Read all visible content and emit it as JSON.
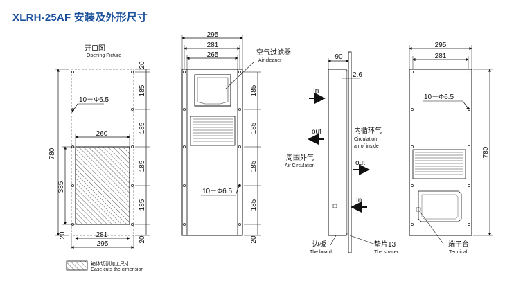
{
  "title": "XLRH-25AF 安装及外形尺寸",
  "view1": {
    "label_cn": "开口图",
    "label_en": "Opening Picture",
    "dim_height": "780",
    "dim_cut_height": "385",
    "dim_cut_top_width": "260",
    "dim_bottom_inner": "281",
    "dim_bottom_outer": "295",
    "dim_bottom_gap": "20",
    "right_dims": [
      "20",
      "185",
      "185",
      "185",
      "185",
      "20"
    ],
    "holes_label": "10－Φ6.5"
  },
  "view2": {
    "top_dims": [
      "295",
      "281",
      "265"
    ],
    "air_cleaner_cn": "空气过滤器",
    "air_cleaner_en": "Air cleaner",
    "right_dims": [
      "185",
      "185",
      "185",
      "185",
      "20"
    ],
    "holes_label": "10－Φ6.5"
  },
  "view3": {
    "top_dim": "90",
    "spacer_dim": "2.6",
    "in1": "In",
    "out1": "out",
    "inner_cn": "内循环气",
    "inner_en1": "Circulation",
    "inner_en2": "air of inside",
    "outer_cn": "周围外气",
    "outer_en": "Air Circulation",
    "out2": "out",
    "in2": "In",
    "board_cn": "边板",
    "board_en": "The board",
    "spacer_cn": "垫片13",
    "spacer_en": "The spacer"
  },
  "view4": {
    "top_dims": [
      "295",
      "281"
    ],
    "holes_label": "10－Φ6.5",
    "dim_height": "780",
    "terminal_cn": "端子台",
    "terminal_en": "Terminal"
  },
  "legend": {
    "cn": "箱体切割加工尺寸",
    "en": "Case cuts the cimension"
  }
}
